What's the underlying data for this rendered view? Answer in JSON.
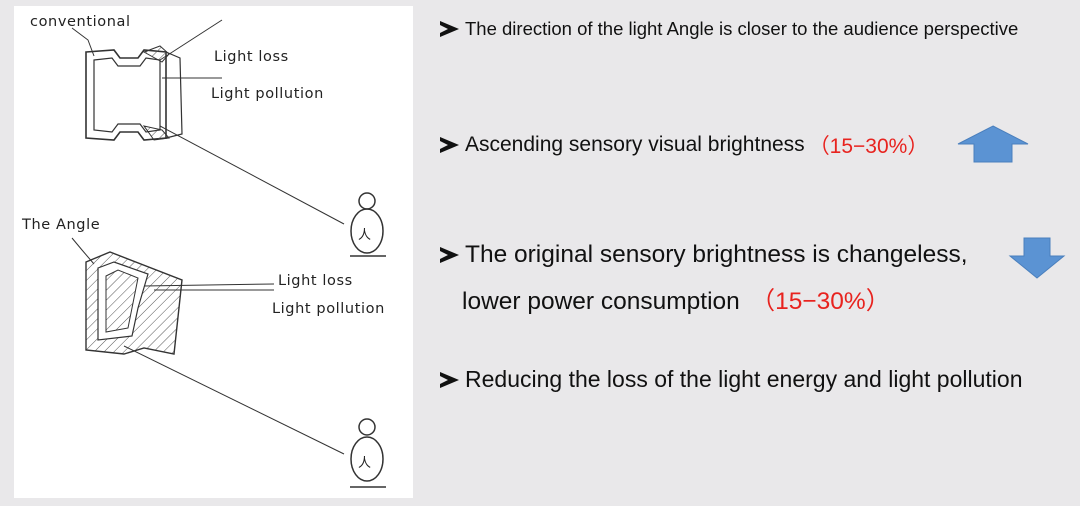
{
  "diagram": {
    "top_labels": {
      "title": "conventional",
      "light_loss": "Light loss",
      "light_pollution": "Light pollution"
    },
    "bottom_labels": {
      "title": "The Angle",
      "light_loss": "Light loss",
      "light_pollution": "Light pollution"
    },
    "person_glyph": "人"
  },
  "bullets": [
    {
      "text": "The direction of the light Angle is closer to the audience perspective"
    },
    {
      "text": "Ascending sensory visual brightness",
      "highlight": "（15−30%）",
      "icon": "up-arrow-icon"
    },
    {
      "line1": "The original sensory brightness is changeless,",
      "line2": "lower power consumption",
      "highlight": "（15−30%）",
      "icon": "down-arrow-icon"
    },
    {
      "text": "Reducing the loss of the light energy and light pollution"
    }
  ],
  "colors": {
    "highlight": "#e8231f",
    "arrow_fill": "#5b93d3",
    "background": "#e9e8ea"
  }
}
